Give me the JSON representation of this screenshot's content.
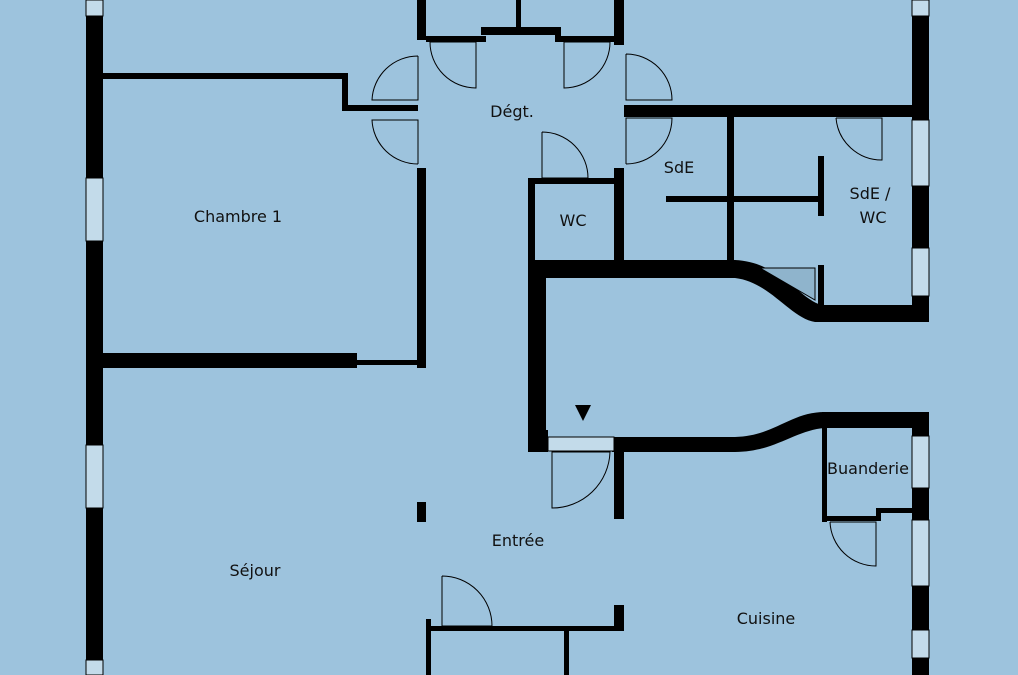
{
  "rooms": {
    "chambre1": "Chambre 1",
    "degt": "Dégt.",
    "sde": "SdE",
    "sde_wc_line1": "SdE /",
    "sde_wc_line2": "WC",
    "wc": "WC",
    "sejour": "Séjour",
    "entree": "Entrée",
    "buanderie": "Buanderie",
    "cuisine": "Cuisine"
  },
  "colors": {
    "background": "#9dc3dd",
    "wall": "#000000",
    "window": "#c3dbea"
  },
  "icons": {
    "entrance": "entrance-arrow-icon"
  }
}
